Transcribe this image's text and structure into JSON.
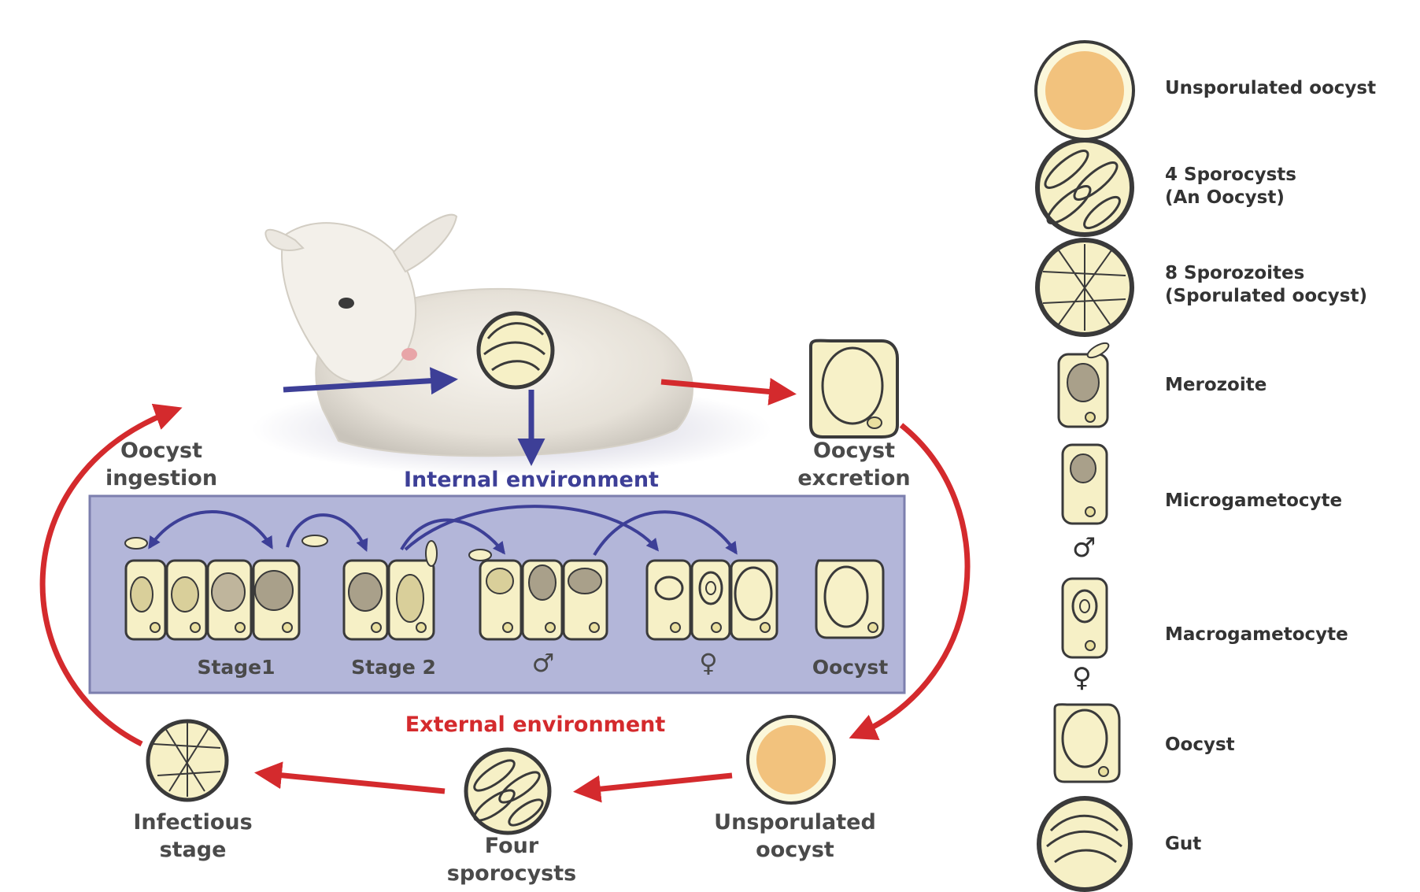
{
  "diagram": {
    "labels": {
      "oocyst_ingestion": "Oocyst\ningestion",
      "oocyst_excretion": "Oocyst\nexcretion",
      "internal_environment": "Internal environment",
      "external_environment": "External environment",
      "infectious_stage": "Infectious\nstage",
      "four_sporocysts": "Four\nsporocysts",
      "unsporulated_oocyst": "Unsporulated\noocyst"
    },
    "stages": {
      "stage1": "Stage1",
      "stage2": "Stage 2",
      "male": "♂",
      "female": "♀",
      "oocyst": "Oocyst"
    }
  },
  "legend": {
    "items": [
      {
        "label": "Unsporulated oocyst",
        "icon": "unsporulated-oocyst-icon"
      },
      {
        "label": "4 Sporocysts\n(An Oocyst)",
        "icon": "sporocysts-icon"
      },
      {
        "label": "8 Sporozoites\n(Sporulated oocyst)",
        "icon": "sporozoites-icon"
      },
      {
        "label": "Merozoite",
        "icon": "merozoite-icon"
      },
      {
        "label": "Microgametocyte",
        "icon": "microgametocyte-icon",
        "symbol": "♂"
      },
      {
        "label": "Macrogametocyte",
        "icon": "macrogametocyte-icon",
        "symbol": "♀"
      },
      {
        "label": "Oocyst",
        "icon": "oocyst-icon"
      },
      {
        "label": "Gut",
        "icon": "gut-icon"
      }
    ]
  },
  "colors": {
    "red_arrow": "#d42a2d",
    "blue_arrow": "#3d3f97",
    "panel": "#b3b6d9",
    "cell": "#f6f0c6",
    "unsporulated_fill": "#f2c27d",
    "outline": "#3a3a3a"
  }
}
